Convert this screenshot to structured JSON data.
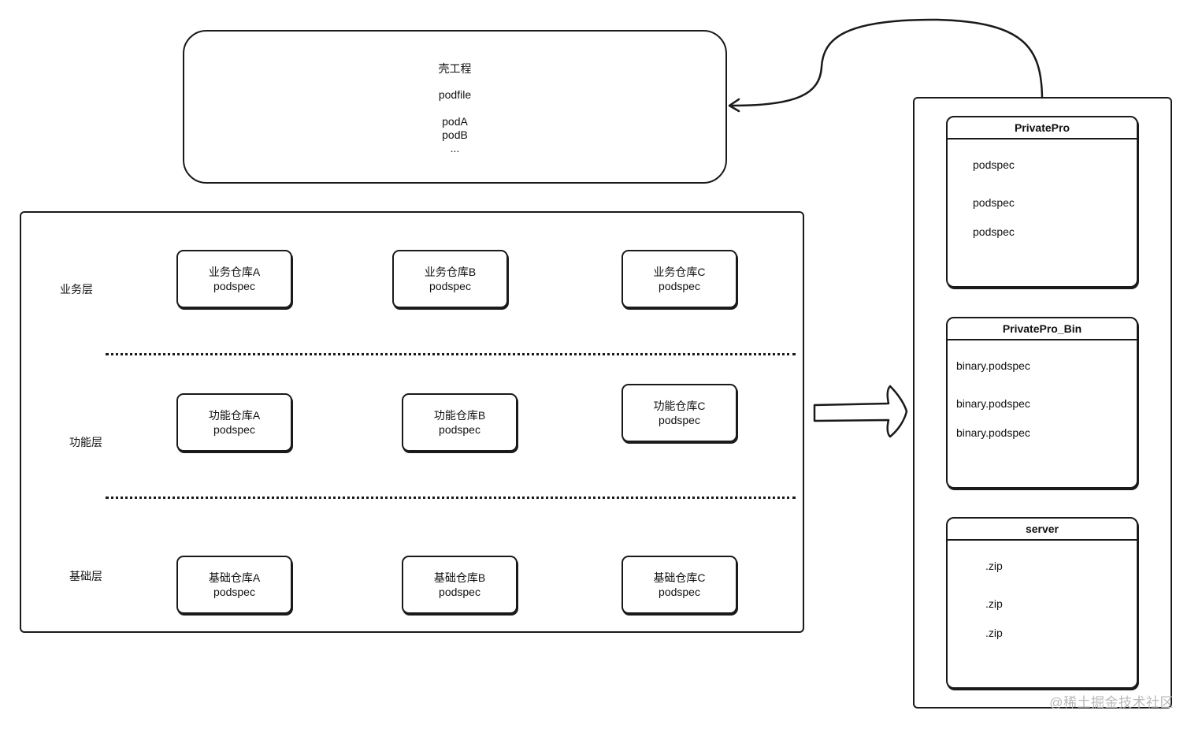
{
  "shell": {
    "title": "壳工程",
    "podfile": "podfile",
    "pods": [
      "podA",
      "podB",
      "..."
    ]
  },
  "layers": [
    {
      "label": "业务层",
      "repos": [
        {
          "name": "业务仓库A",
          "spec": "podspec"
        },
        {
          "name": "业务仓库B",
          "spec": "podspec"
        },
        {
          "name": "业务仓库C",
          "spec": "podspec"
        }
      ]
    },
    {
      "label": "功能层",
      "repos": [
        {
          "name": "功能仓库A",
          "spec": "podspec"
        },
        {
          "name": "功能仓库B",
          "spec": "podspec"
        },
        {
          "name": "功能仓库C",
          "spec": "podspec"
        }
      ]
    },
    {
      "label": "基础层",
      "repos": [
        {
          "name": "基础仓库A",
          "spec": "podspec"
        },
        {
          "name": "基础仓库B",
          "spec": "podspec"
        },
        {
          "name": "基础仓库C",
          "spec": "podspec"
        }
      ]
    }
  ],
  "repositories": [
    {
      "title": "PrivatePro",
      "rows": [
        "podspec",
        "podspec",
        "podspec"
      ]
    },
    {
      "title": "PrivatePro_Bin",
      "rows": [
        "binary.podspec",
        "binary.podspec",
        "binary.podspec"
      ]
    },
    {
      "title": "server",
      "rows": [
        ".zip",
        ".zip",
        ".zip"
      ]
    }
  ],
  "watermark": "@稀土掘金技术社区"
}
